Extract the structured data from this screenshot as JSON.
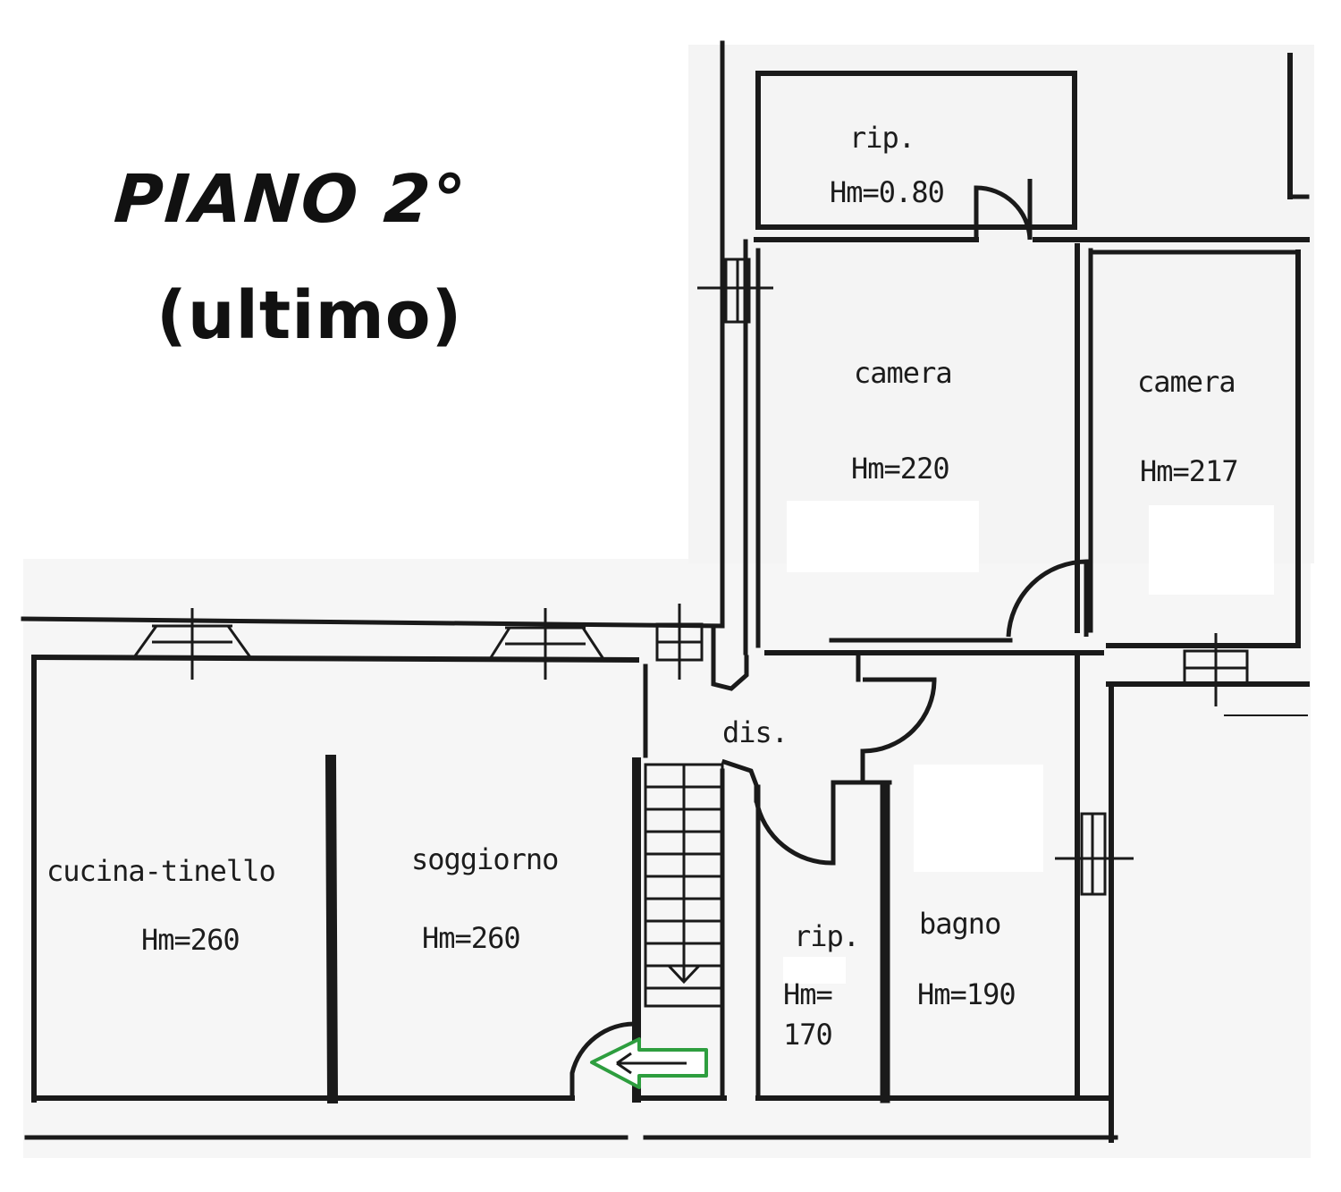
{
  "plan": {
    "title": "PIANO 2°",
    "subtitle": "(ultimo)",
    "accent_color": "#2e9e3f",
    "wall_color": "#1a1a1a",
    "entrance_arrow_icon": "arrow-left-icon",
    "rooms": {
      "rip_top": {
        "name": "rip.",
        "height": "Hm=0.80"
      },
      "camera_1": {
        "name": "camera",
        "height": "Hm=220"
      },
      "camera_2": {
        "name": "camera",
        "height": "Hm=217"
      },
      "dis": {
        "name": "dis."
      },
      "cucina": {
        "name": "cucina-tinello",
        "height": "Hm=260"
      },
      "soggiorno": {
        "name": "soggiorno",
        "height": "Hm=260"
      },
      "rip_bottom": {
        "name": "rip.",
        "height_line1": "Hm=",
        "height_line2": "170"
      },
      "bagno": {
        "name": "bagno",
        "height": "Hm=190"
      }
    }
  }
}
